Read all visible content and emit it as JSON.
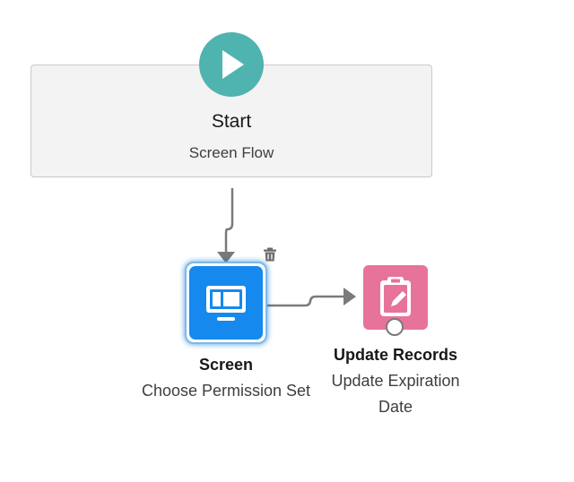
{
  "flow": {
    "start": {
      "title": "Start",
      "subtitle": "Screen Flow",
      "icon": "play-icon",
      "color": "#4fb3b0"
    },
    "screen_element": {
      "title": "Screen",
      "label": "Choose Permission Set",
      "icon": "screen-icon",
      "color": "#1589ee",
      "selected": true,
      "delete_icon": "trash-icon"
    },
    "update_element": {
      "title": "Update Records",
      "label": "Update Expiration Date",
      "icon": "clipboard-edit-icon",
      "color": "#e8739a"
    },
    "connector_color": "#7a7a7a"
  }
}
